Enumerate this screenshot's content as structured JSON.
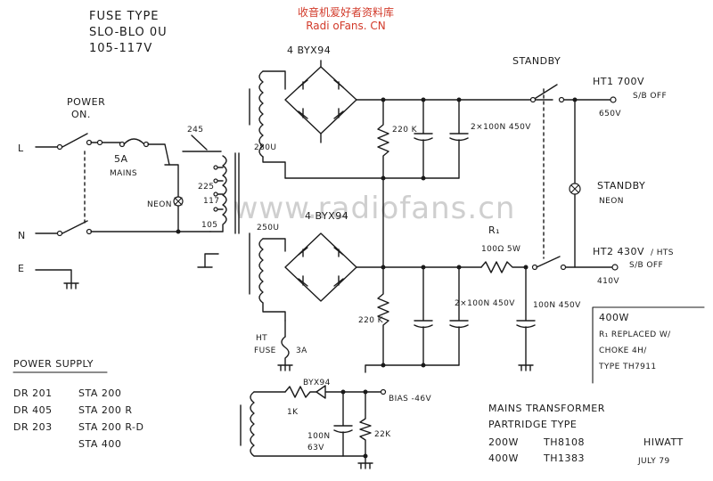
{
  "watermark": {
    "top_line1": "收音机爱好者资料库",
    "top_line2": "Radi oFans. CN",
    "center": "www.radiofans.cn"
  },
  "fuse_type": {
    "title": "FUSE TYPE",
    "line1": "SLO-BLO 0U",
    "line2": "105-117V"
  },
  "mains": {
    "power_label": "POWER",
    "on_label": "ON.",
    "L": "L",
    "N": "N",
    "E": "E",
    "fuse_label": "5A",
    "fuse_sub": "MAINS",
    "neon": "NEON",
    "tap_245": "245",
    "tap_225": "225",
    "tap_117": "117",
    "tap_105": "105"
  },
  "upper_bridge": {
    "rect_label": "4 BYX94",
    "winding": "280U",
    "resistor": "220 K",
    "caps": "2×100N 450V"
  },
  "lower_bridge": {
    "rect_label": "4 BYX94",
    "winding": "250U",
    "resistor": "220 K",
    "caps": "2×100N 450V",
    "ht_fuse": "HT",
    "ht_fuse2": "FUSE",
    "fuse_rating": "3A"
  },
  "standby": {
    "label": "STANDBY",
    "lamp_label": "STANDBY",
    "lamp_sub": "NEON"
  },
  "outputs": {
    "ht1": "HT1 700V",
    "ht1_sb": "S/B OFF",
    "ht1_v": "650V",
    "ht2": "HT2 430V",
    "ht2_sb": "S/B OFF",
    "ht2_v": "410V",
    "hts": "/ HTS"
  },
  "r1": {
    "label": "R₁",
    "value": "100Ω 5W",
    "cap": "100N 450V"
  },
  "note": {
    "line1": "400W",
    "line2": "R₁ REPLACED W/",
    "line3": "CHOKE 4H/",
    "line4": "TYPE TH7911"
  },
  "bias": {
    "rect": "BYX94",
    "resistor": "1K",
    "cap": "100N",
    "cap2": "63V",
    "pot": "22K",
    "output": "BIAS -46V"
  },
  "power_supply": {
    "title": "POWER SUPPLY",
    "rows": [
      {
        "model": "DR 201",
        "sta": "STA 200"
      },
      {
        "model": "DR 405",
        "sta": "STA 200 R"
      },
      {
        "model": "DR 203",
        "sta": "STA 200 R-D"
      },
      {
        "model": "",
        "sta": "STA 400"
      }
    ]
  },
  "transformer": {
    "title1": "MAINS TRANSFORMER",
    "title2": "PARTRIDGE TYPE",
    "rows": [
      {
        "power": "200W",
        "type": "TH8108"
      },
      {
        "power": "400W",
        "type": "TH1383"
      }
    ]
  },
  "signature": {
    "name": "HIWATT",
    "date": "JULY 79"
  }
}
